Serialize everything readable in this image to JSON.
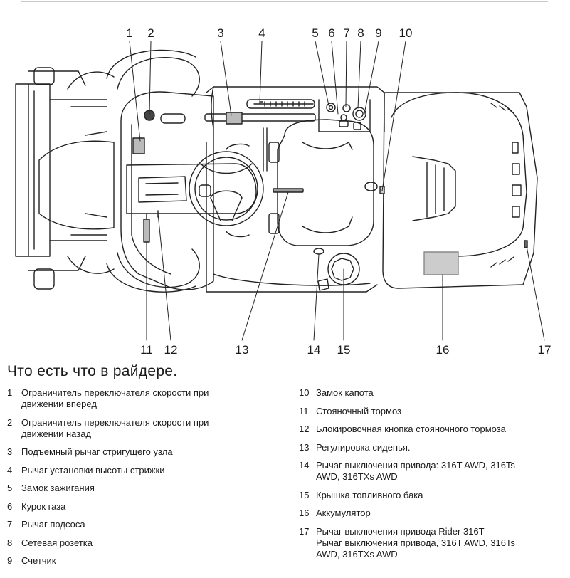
{
  "diagram": {
    "title": "Что есть что в райдере.",
    "callout_numbers": [
      "1",
      "2",
      "3",
      "4",
      "5",
      "6",
      "7",
      "8",
      "9",
      "10",
      "11",
      "12",
      "13",
      "14",
      "15",
      "16",
      "17"
    ]
  },
  "legend": {
    "left": [
      {
        "num": "1",
        "text": "Ограничитель переключателя скорости при\nдвижении вперед"
      },
      {
        "num": "2",
        "text": "Ограничитель переключателя скорости при\nдвижении назад"
      },
      {
        "num": "3",
        "text": "Подъемный рычаг стригущего узла"
      },
      {
        "num": "4",
        "text": "Рычаг установки высоты стрижки"
      },
      {
        "num": "5",
        "text": "Замок зажигания"
      },
      {
        "num": "6",
        "text": "Курок газа"
      },
      {
        "num": "7",
        "text": "Рычаг подсоса"
      },
      {
        "num": "8",
        "text": "Сетевая розетка"
      },
      {
        "num": "9",
        "text": "Счетчик"
      }
    ],
    "right": [
      {
        "num": "10",
        "text": "Замок капота"
      },
      {
        "num": "11",
        "text": "Стояночный тормоз"
      },
      {
        "num": "12",
        "text": "Блокировочная кнопка стояночного тормоза"
      },
      {
        "num": "13",
        "text": "Регулировка сиденья."
      },
      {
        "num": "14",
        "text": "Рычаг выключения привода:  316T AWD, 316Ts\nAWD, 316TXs AWD"
      },
      {
        "num": "15",
        "text": "Крышка топливного бака"
      },
      {
        "num": "16",
        "text": "Аккумулятор"
      },
      {
        "num": "17",
        "text": "Рычаг выключения привода Rider 316T\nРычаг выключения привода, 316T AWD, 316Ts\nAWD, 316TXs AWD"
      }
    ]
  }
}
